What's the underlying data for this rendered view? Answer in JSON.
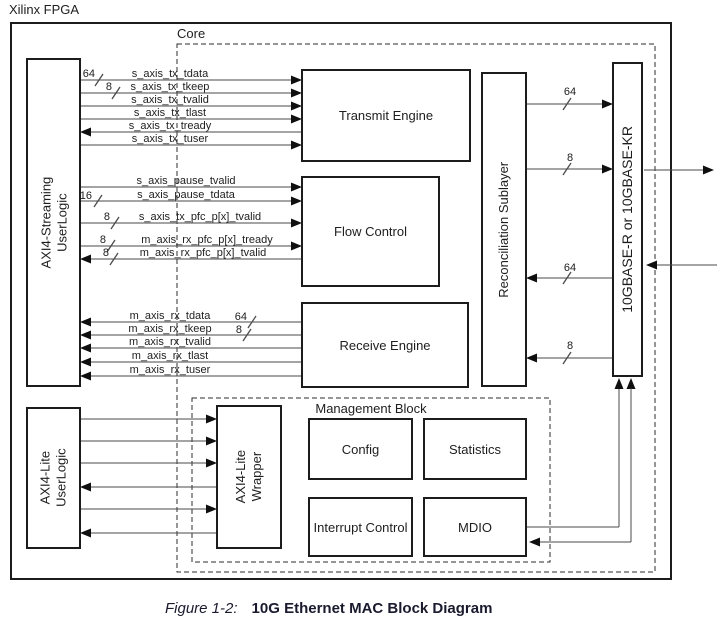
{
  "labels": {
    "fpga": "Xilinx FPGA",
    "core": "Core",
    "management": "Management Block"
  },
  "boxes": {
    "axis_streaming": "AXI4-Streaming\nUserLogic",
    "transmit_engine": "Transmit Engine",
    "flow_control": "Flow Control",
    "receive_engine": "Receive Engine",
    "reconciliation": "Reconciliation Sublayer",
    "gbase": "10GBASE-R or 10GBASE-KR",
    "axi_lite_userlogic": "AXI4-Lite\nUserLogic",
    "axi_lite_wrapper": "AXI4-Lite\nWrapper",
    "config": "Config",
    "statistics": "Statistics",
    "interrupt_control": "Interrupt Control",
    "mdio": "MDIO"
  },
  "signals": {
    "axis_tx": [
      {
        "name": "s_axis_tx_tdata",
        "bus": "64",
        "dir": "to-core"
      },
      {
        "name": "s_axis_tx_tkeep",
        "bus": "8",
        "dir": "to-core"
      },
      {
        "name": "s_axis_tx_tvalid",
        "dir": "to-core"
      },
      {
        "name": "s_axis_tx_tlast",
        "dir": "to-core"
      },
      {
        "name": "s_axis_tx_tready",
        "dir": "to-user"
      },
      {
        "name": "s_axis_tx_tuser",
        "dir": "to-core"
      }
    ],
    "pause": [
      {
        "name": "s_axis_pause_tvalid",
        "dir": "to-core"
      },
      {
        "name": "s_axis_pause_tdata",
        "bus": "16",
        "dir": "to-core"
      },
      {
        "name": "s_axis_tx_pfc_p[x]_tvalid",
        "bus": "8",
        "dir": "to-core"
      },
      {
        "name": "m_axis_rx_pfc_p[x]_tready",
        "bus": "8",
        "dir": "to-core"
      },
      {
        "name": "m_axis_rx_pfc_p[x]_tvalid",
        "bus": "8",
        "dir": "to-user"
      }
    ],
    "axis_rx": [
      {
        "name": "m_axis_rx_tdata",
        "bus": "64",
        "dir": "to-user"
      },
      {
        "name": "m_axis_rx_tkeep",
        "bus": "8",
        "dir": "to-user"
      },
      {
        "name": "m_axis_rx_tvalid",
        "dir": "to-user"
      },
      {
        "name": "m_axis_rx_tlast",
        "dir": "to-user"
      },
      {
        "name": "m_axis_rx_tuser",
        "dir": "to-user"
      }
    ],
    "phy": [
      {
        "bus": "64",
        "dir": "to-phy"
      },
      {
        "bus": "8",
        "dir": "to-phy"
      },
      {
        "bus": "64",
        "dir": "to-mac"
      },
      {
        "bus": "8",
        "dir": "to-mac"
      }
    ],
    "axi_lite": [
      {
        "dir": "to-core"
      },
      {
        "dir": "to-core"
      },
      {
        "dir": "to-core"
      },
      {
        "dir": "to-user"
      },
      {
        "dir": "to-core"
      },
      {
        "dir": "to-user"
      }
    ]
  },
  "caption": {
    "prefix": "Figure 1-2:",
    "title": "10G Ethernet MAC Block Diagram"
  },
  "colors": {
    "wire": "#4a4a4a",
    "arrow": "#0f0f0f",
    "border": "#1c1c1c",
    "dashed": "#2e2e2e",
    "text": "#1e1e1e",
    "caption": "#1a1a2e"
  }
}
